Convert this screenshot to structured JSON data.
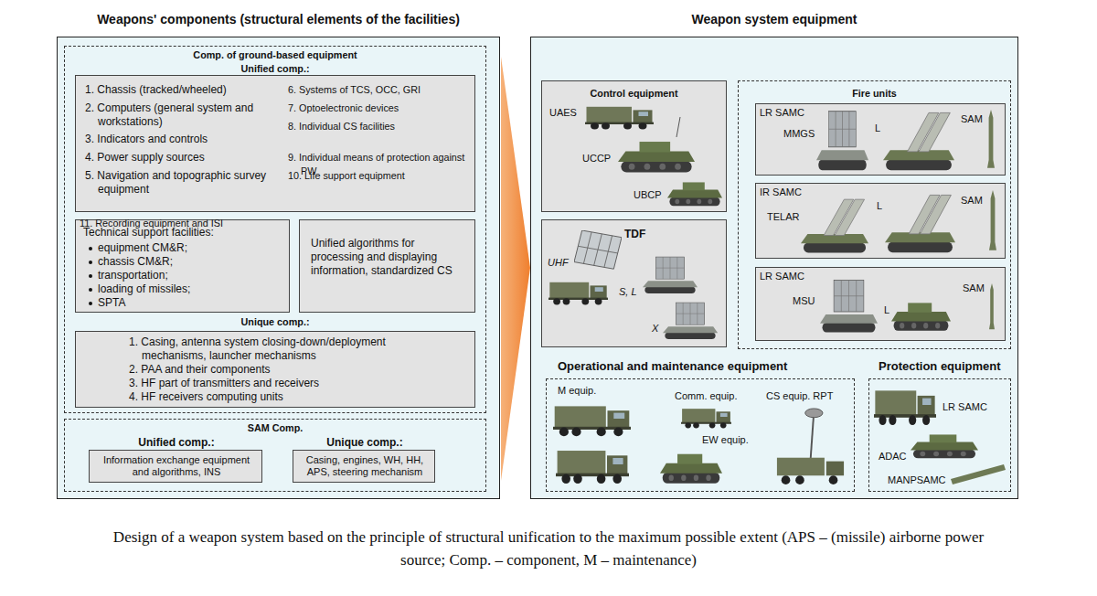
{
  "diagram": {
    "caption": "Design of a weapon system based on the principle of structural unification to the maximum possible extent (APS – (missile) airborne power source; Comp. – component, M – maintenance)",
    "nodes": [
      {
        "text": [
          "Weapons' components (structural elements of the facilities)"
        ]
      },
      {
        "text": [
          "Comp. of ground-based equipment",
          "Unified comp.:",
          "Unique comp.:"
        ],
        "in": 0
      },
      {
        "text": [
          "1. Chassis (tracked/wheeled)",
          "2. Computers (general system and workstations)",
          "3. Indicators and controls",
          "4. Power supply sources",
          "5. Navigation and topographic survey equipment",
          "6. Systems of TCS, OCC, GRI",
          "7. Optoelectronic devices",
          "8. Individual CS facilities",
          "9. Individual means of protection against PW",
          "10. Life support equipment",
          "11. Recording equipment and ISI"
        ],
        "in": 1
      },
      {
        "text": [
          "Technical support facilities:",
          "equipment CM&R;",
          "chassis CM&R;",
          "transportation;",
          "loading of missiles;",
          "SPTA"
        ],
        "in": 1
      },
      {
        "text": [
          "Unified algorithms for processing and displaying information, standardized CS"
        ],
        "in": 1
      },
      {
        "text": [
          "1. Casing, antenna system closing-down/deployment mechanisms, launcher mechanisms",
          "2. PAA and their components",
          "3. HF part of transmitters and receivers",
          "4. HF receivers computing units"
        ],
        "in": 1
      },
      {
        "text": [
          "SAM Comp.",
          "Unified comp.:",
          "Unique comp.:"
        ],
        "in": 0
      },
      {
        "text": [
          "Information exchange equipment and algorithms, INS"
        ],
        "in": 6
      },
      {
        "text": [
          "Casing, engines, WH, HH, APS, steering mechanism"
        ],
        "in": 6
      },
      {
        "text": [
          "Weapon system equipment"
        ]
      },
      {
        "text": [
          "Control equipment",
          "UAES",
          "UCCP",
          "UBCP"
        ],
        "in": 9
      },
      {
        "text": [
          "TDF",
          "UHF",
          "S, L",
          "X"
        ],
        "in": 9
      },
      {
        "text": [
          "Fire units"
        ],
        "in": 9
      },
      {
        "text": [
          "LR SAMC",
          "MMGS",
          "L",
          "SAM"
        ],
        "in": 12
      },
      {
        "text": [
          "IR SAMC",
          "TELAR",
          "L",
          "SAM"
        ],
        "in": 12
      },
      {
        "text": [
          "LR SAMC",
          "MSU",
          "L",
          "SAM"
        ],
        "in": 12
      },
      {
        "text": [
          "Operational and maintenance equipment",
          "M equip.",
          "Comm. equip.",
          "CS equip. RPT",
          "EW equip."
        ],
        "in": 9
      },
      {
        "text": [
          "Protection equipment",
          "LR SAMC",
          "ADAC",
          "MANPSAMC"
        ],
        "in": 9
      }
    ],
    "edges": [
      {
        "from": 0,
        "to": 9,
        "arrow": "to"
      }
    ]
  }
}
